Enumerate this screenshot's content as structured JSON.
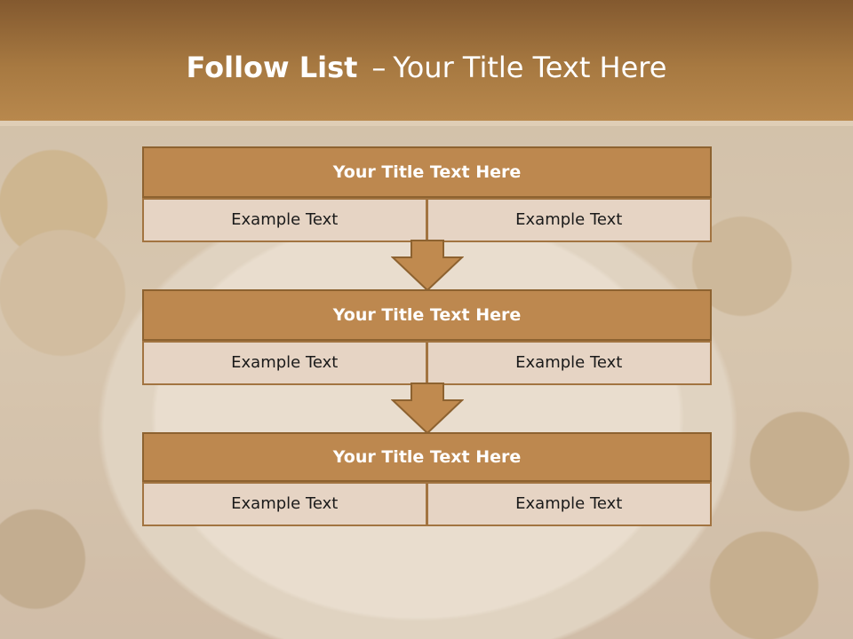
{
  "slide": {
    "title_bold": "Follow List",
    "title_dash": "–",
    "title_rest": "Your Title Text Here"
  },
  "steps": [
    {
      "title": "Your Title Text Here",
      "cells": [
        "Example Text",
        "Example Text"
      ]
    },
    {
      "title": "Your Title Text Here",
      "cells": [
        "Example Text",
        "Example Text"
      ]
    },
    {
      "title": "Your Title Text Here",
      "cells": [
        "Example Text",
        "Example Text"
      ]
    }
  ],
  "colors": {
    "header_band": "#a77941",
    "block_title": "#bd884f",
    "block_cell": "#e6d4c4",
    "border": "#8d6230",
    "arrow_fill": "#c08a4f"
  },
  "icons": {
    "connector": "down-arrow-icon"
  }
}
